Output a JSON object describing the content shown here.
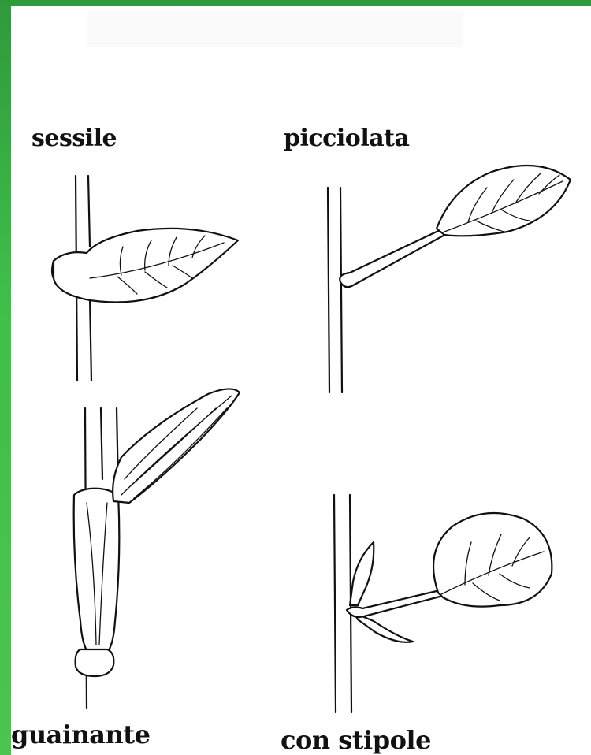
{
  "labels": {
    "sessile": "sessile",
    "picciolata": "picciolata",
    "guainante": "guainante",
    "con_stipole": "con stipole"
  },
  "colors": {
    "frame": "#3fbf4a",
    "background": "#ffffff",
    "ink": "#111111"
  }
}
